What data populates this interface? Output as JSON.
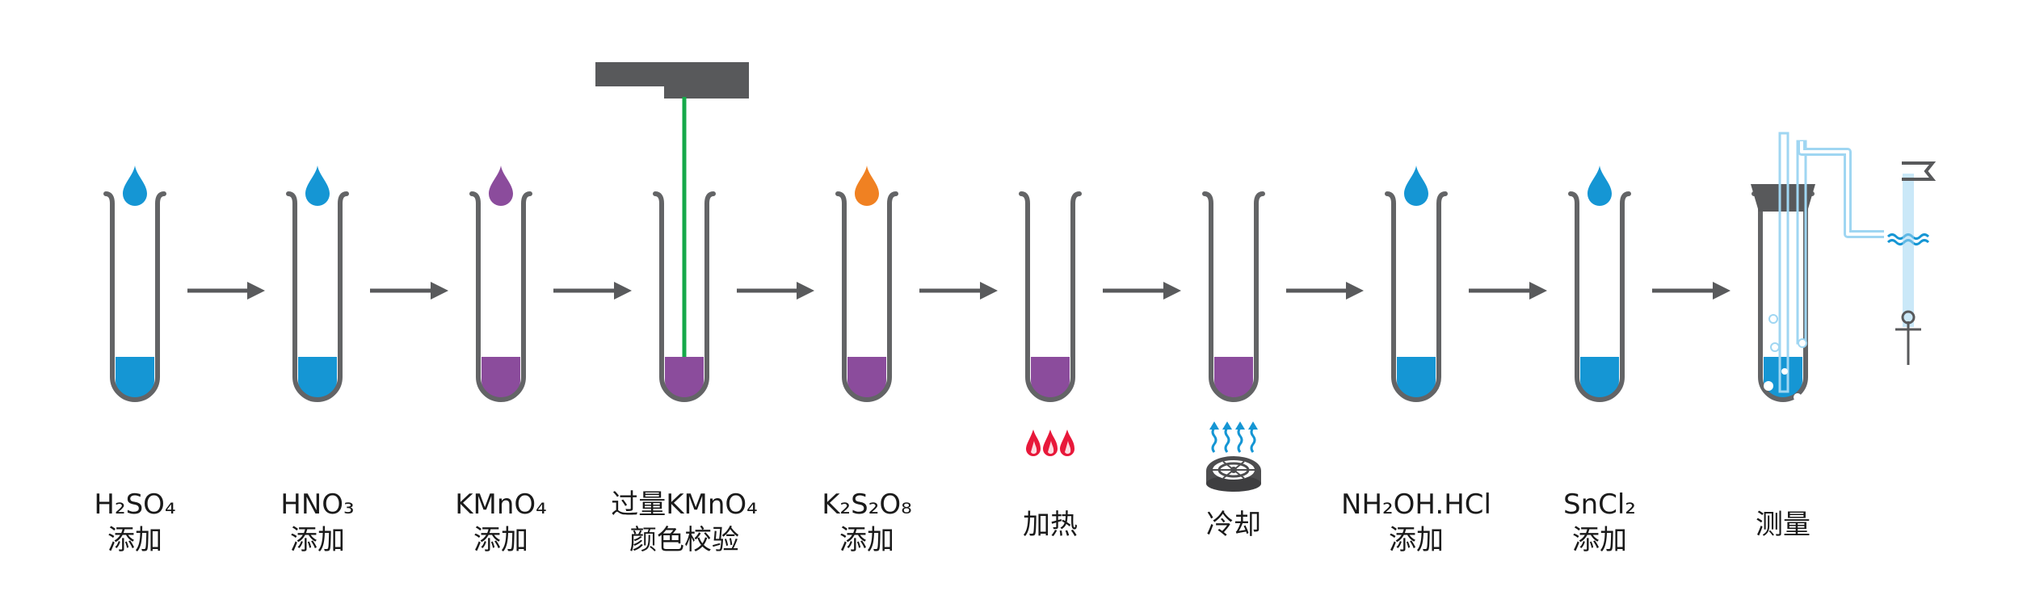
{
  "steps": [
    {
      "line1": "H₂SO₄",
      "line2": "添加",
      "liquid": "blue",
      "drop": "blue"
    },
    {
      "line1": "HNO₃",
      "line2": "添加",
      "liquid": "blue",
      "drop": "blue"
    },
    {
      "line1": "KMnO₄",
      "line2": "添加",
      "liquid": "purple",
      "drop": "purple"
    },
    {
      "line1": "过量KMnO₄",
      "line2": "颜色校验",
      "liquid": "purple",
      "drop": ""
    },
    {
      "line1": "K₂S₂O₈",
      "line2": "添加",
      "liquid": "purple",
      "drop": "orange"
    },
    {
      "line1": "",
      "line2": "加热",
      "liquid": "purple",
      "drop": ""
    },
    {
      "line1": "",
      "line2": "冷却",
      "liquid": "purple",
      "drop": ""
    },
    {
      "line1": "NH₂OH.HCl",
      "line2": "添加",
      "liquid": "blue",
      "drop": "blue"
    },
    {
      "line1": "SnCl₂",
      "line2": "添加",
      "liquid": "blue",
      "drop": "blue"
    },
    {
      "line1": "",
      "line2": "测量",
      "liquid": "blue",
      "drop": ""
    }
  ],
  "colors": {
    "blue": "#1596D4",
    "purple": "#8B4C9C",
    "orange": "#F08122",
    "tube": "#636466",
    "arrow": "#595A5C",
    "green": "#16A94A",
    "flame": "#E8183A",
    "light_blue": "#9FD6F2",
    "cool_blue": "#1596D4"
  },
  "icons": {
    "heat": "flame-icon",
    "cool": "cooling-fan-icon",
    "probe": "probe-icon",
    "measure": "gas-washing-apparatus-icon"
  }
}
